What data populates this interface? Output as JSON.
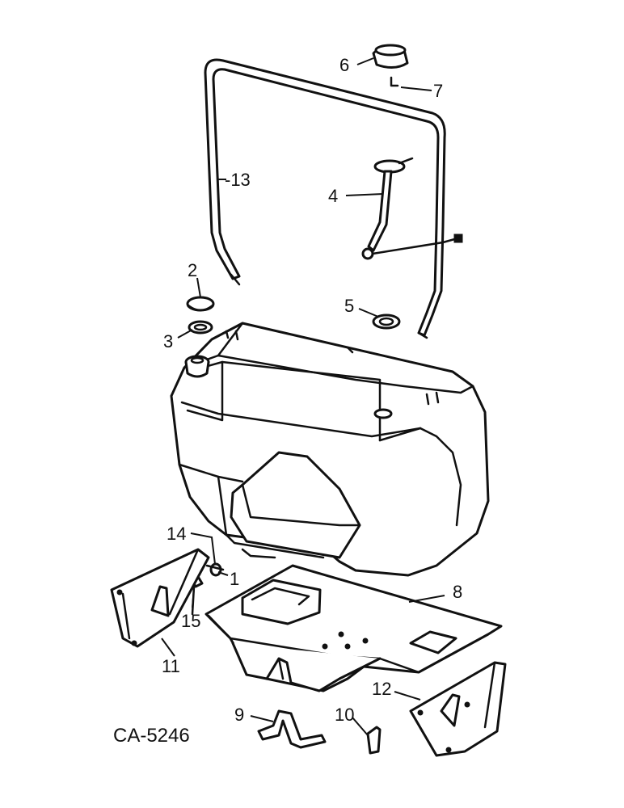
{
  "callouts": {
    "c1": "1",
    "c2": "2",
    "c3": "3",
    "c4": "4",
    "c5": "5",
    "c6": "6",
    "c7": "7",
    "c8": "8",
    "c9": "9",
    "c10": "10",
    "c11": "11",
    "c12": "12",
    "c13": "-13",
    "c14": "14",
    "c15": "15"
  },
  "reference_code": "CA-5246",
  "colors": {
    "ink": "#111111",
    "paper": "#ffffff"
  }
}
